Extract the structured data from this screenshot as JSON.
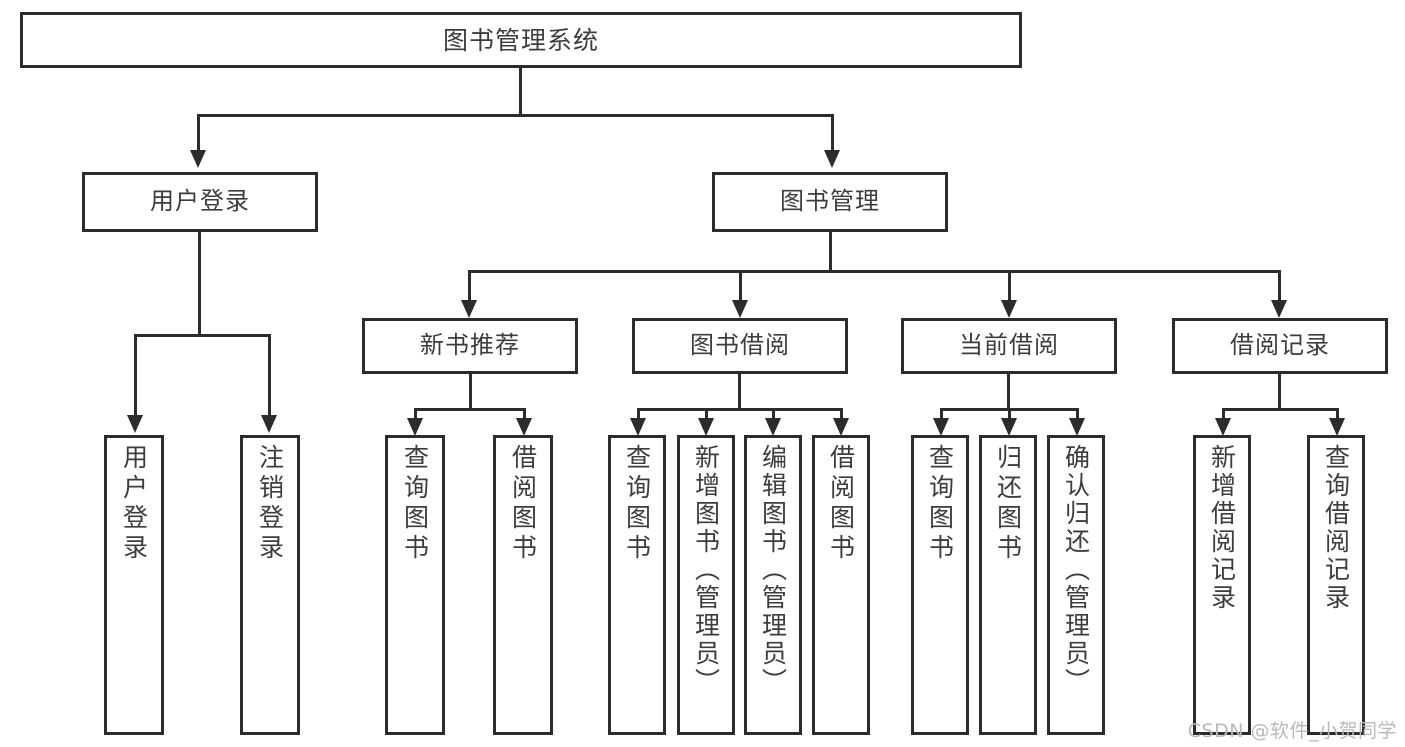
{
  "diagram": {
    "type": "tree-hierarchy",
    "title": "图书管理系统",
    "root": {
      "label": "图书管理系统"
    },
    "level1": [
      {
        "label": "用户登录"
      },
      {
        "label": "图书管理"
      }
    ],
    "level2": [
      {
        "label": "新书推荐"
      },
      {
        "label": "图书借阅"
      },
      {
        "label": "当前借阅"
      },
      {
        "label": "借阅记录"
      }
    ],
    "leaves": {
      "user_login": [
        {
          "label": "用户登录"
        },
        {
          "label": "注销登录"
        }
      ],
      "new_book_recommend": [
        {
          "label": "查询图书"
        },
        {
          "label": "借阅图书"
        }
      ],
      "book_borrow": [
        {
          "label": "查询图书"
        },
        {
          "label": "新增图书（管理员）"
        },
        {
          "label": "编辑图书（管理员）"
        },
        {
          "label": "借阅图书"
        }
      ],
      "current_borrow": [
        {
          "label": "查询图书"
        },
        {
          "label": "归还图书"
        },
        {
          "label": "确认归还（管理员）"
        }
      ],
      "borrow_records": [
        {
          "label": "新增借阅记录"
        },
        {
          "label": "查询借阅记录"
        }
      ]
    }
  },
  "watermark": {
    "text": "CSDN @软件_小贺同学"
  },
  "colors": {
    "border": "#2c2c2c",
    "fill": "#ffffff",
    "text": "#3d3d3d",
    "watermark": "#b9b9b9"
  }
}
